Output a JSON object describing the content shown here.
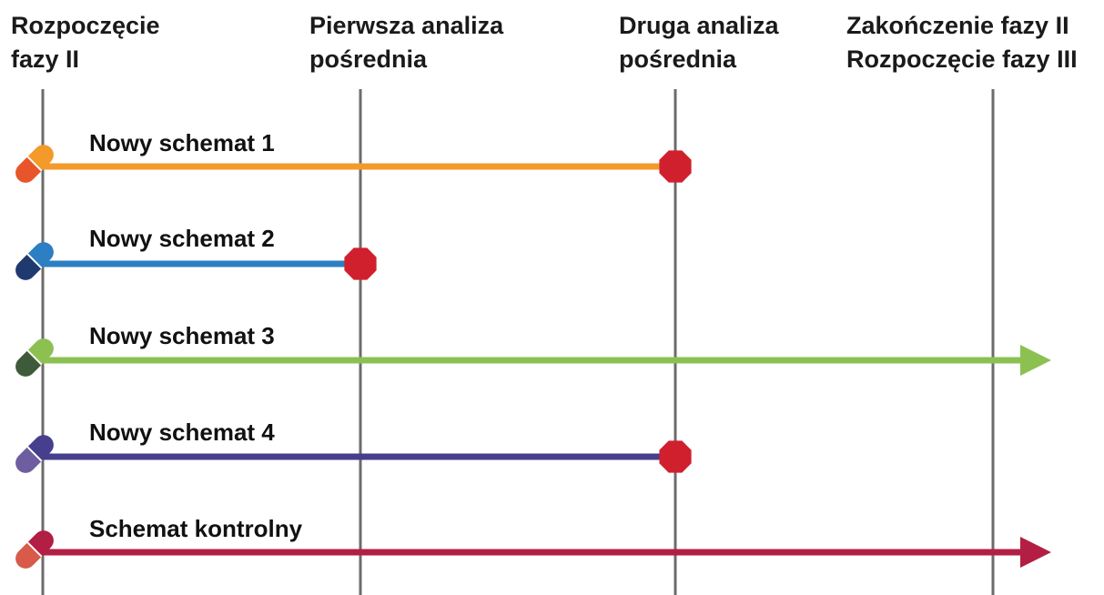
{
  "milestones": [
    {
      "line1": "Rozpoczęcie",
      "line2": "fazy II"
    },
    {
      "line1": "Pierwsza analiza",
      "line2": "pośrednia"
    },
    {
      "line1": "Druga analiza",
      "line2": "pośrednia"
    },
    {
      "line1": "Zakończenie fazy II",
      "line2": "Rozpoczęcie fazy III"
    }
  ],
  "arms": [
    {
      "label": "Nowy schemat 1",
      "color": "#F39A2B",
      "capsule_top": "#F39A2B",
      "capsule_bottom": "#E8552A",
      "ends_at_milestone": 2,
      "end": "stop-icon"
    },
    {
      "label": "Nowy schemat 2",
      "color": "#2B7FC2",
      "capsule_top": "#2B7FC2",
      "capsule_bottom": "#1F3A6E",
      "ends_at_milestone": 1,
      "end": "stop-icon"
    },
    {
      "label": "Nowy schemat 3",
      "color": "#8CC152",
      "capsule_top": "#8CC152",
      "capsule_bottom": "#3F5A3A",
      "ends_at_milestone": 3,
      "end": "arrow-icon"
    },
    {
      "label": "Nowy schemat 4",
      "color": "#463F8E",
      "capsule_top": "#463F8E",
      "capsule_bottom": "#6E5EA0",
      "ends_at_milestone": 2,
      "end": "stop-icon"
    },
    {
      "label": "Schemat kontrolny",
      "color": "#B31E45",
      "capsule_top": "#B31E45",
      "capsule_bottom": "#D85A4A",
      "ends_at_milestone": 3,
      "end": "arrow-icon"
    }
  ],
  "colors": {
    "milestone_line": "#6b6b6b",
    "stop_marker": "#D0202E"
  }
}
